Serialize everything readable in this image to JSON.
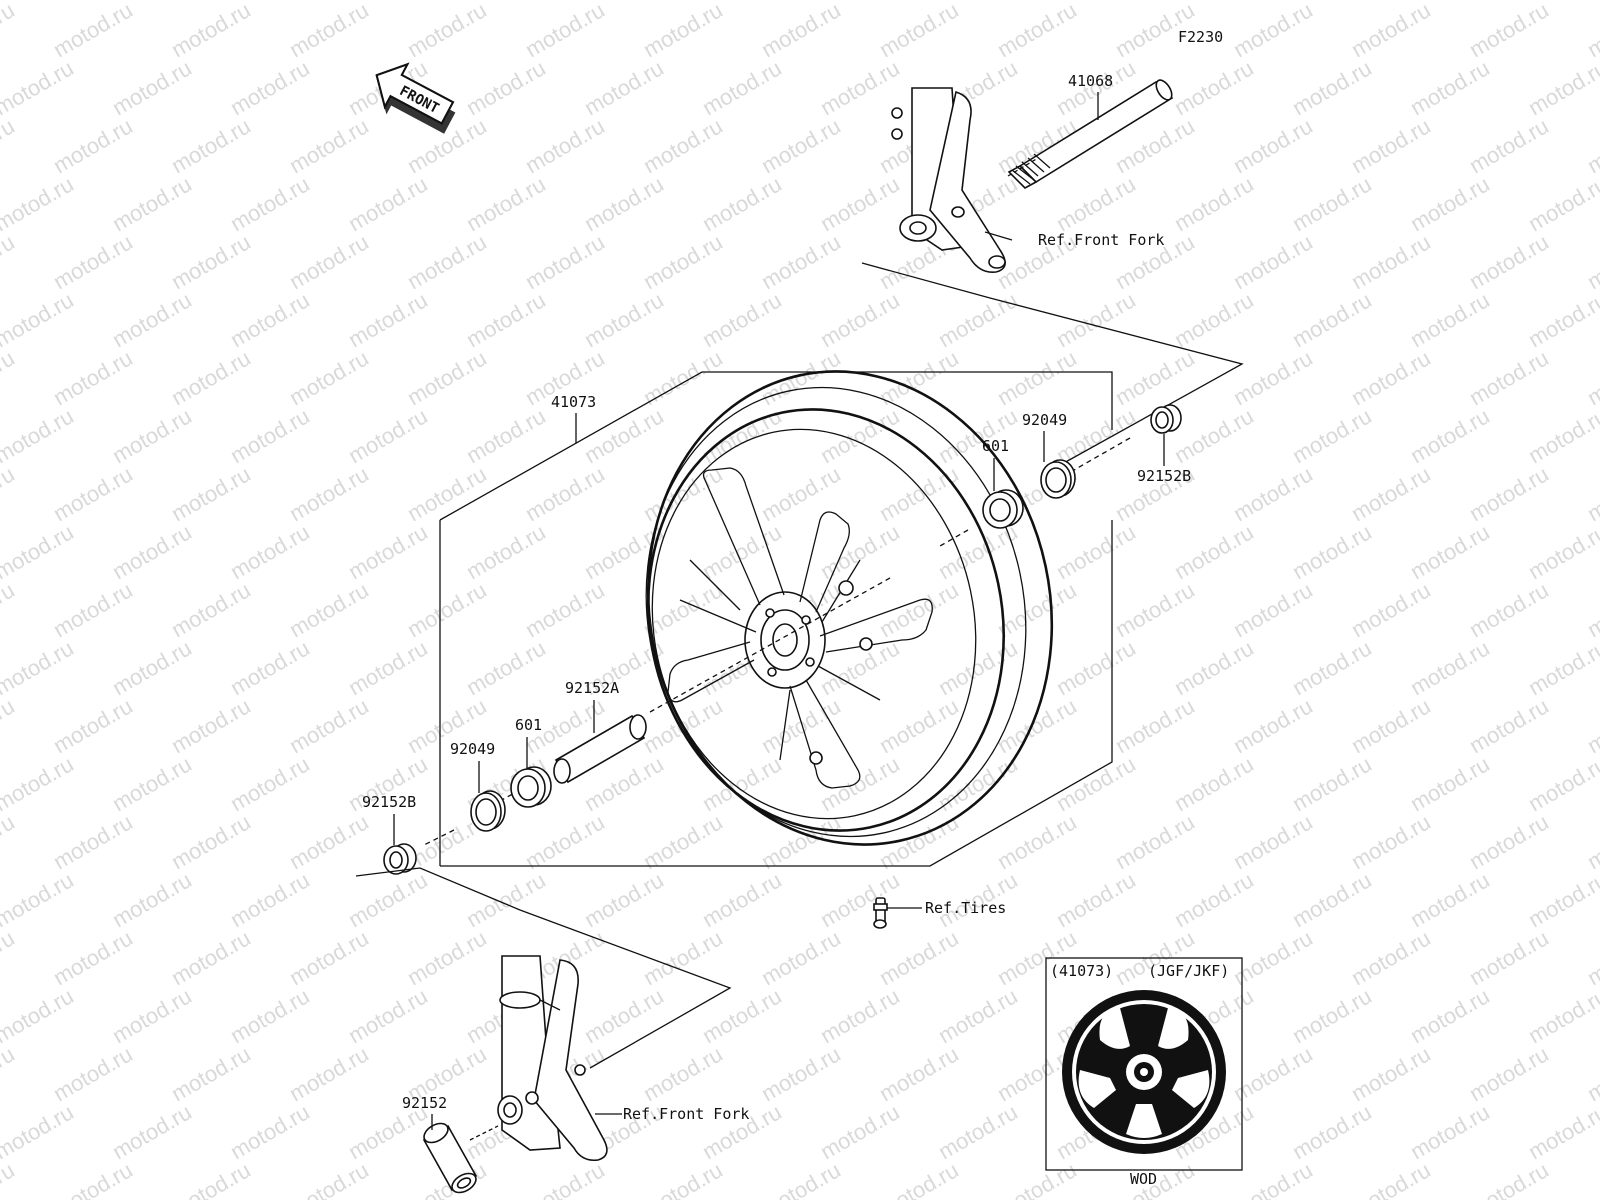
{
  "diagram_code": "F2230",
  "front_label": "FRONT",
  "watermark_text": "motod.ru",
  "callouts": {
    "axle": "41068",
    "wheel": "41073",
    "seal_right": "92049",
    "bearing_right": "601",
    "collar_right": "92152B",
    "collar_center": "92152A",
    "bearing_left": "601",
    "seal_left": "92049",
    "collar_left": "92152B",
    "collar_bottom": "92152"
  },
  "references": {
    "front_fork_top": "Ref.Front Fork",
    "front_fork_bottom": "Ref.Front Fork",
    "tires": "Ref.Tires"
  },
  "inset": {
    "part_number": "(41073)",
    "models": "(JGF/JKF)",
    "color_code": "WOD"
  }
}
